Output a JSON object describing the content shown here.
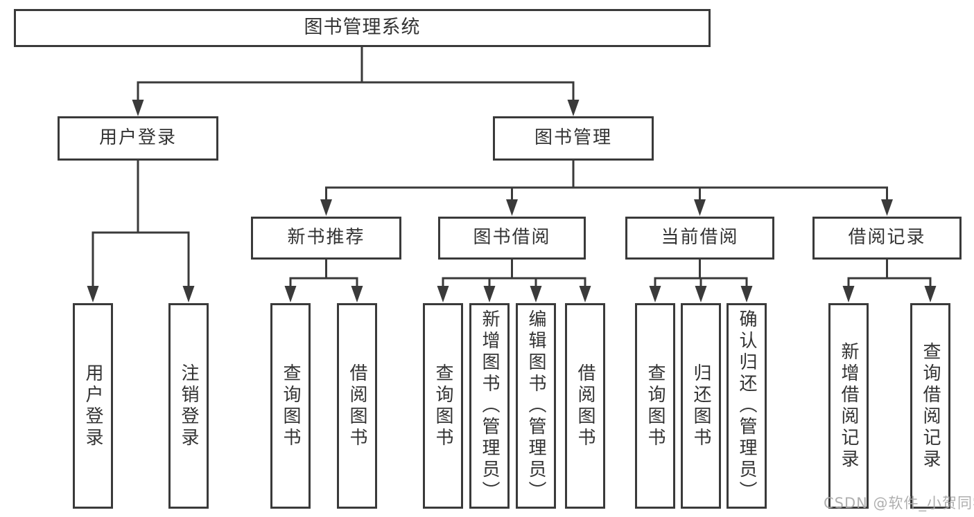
{
  "colors": {
    "line": "#3a3a3a",
    "border": "#3a3a3a",
    "text": "#333333",
    "background": "#ffffff",
    "watermark": "#a8a8a8"
  },
  "watermark": "CSDN @软件_小贺同学",
  "nodes": {
    "root": {
      "label": "图书管理系统"
    },
    "level2": [
      {
        "label": "用户登录"
      },
      {
        "label": "图书管理",
        "parent": "图书管理系统"
      }
    ],
    "level3": [
      {
        "label": "新书推荐",
        "parent": "图书管理"
      },
      {
        "label": "图书借阅",
        "parent": "图书管理"
      },
      {
        "label": "当前借阅",
        "parent": "图书管理"
      },
      {
        "label": "借阅记录",
        "parent": "图书管理"
      }
    ],
    "leaves": [
      {
        "label": "用户登录",
        "parent": "用户登录"
      },
      {
        "label": "注销登录",
        "parent": "用户登录"
      },
      {
        "label": "查询图书",
        "parent": "新书推荐"
      },
      {
        "label": "借阅图书",
        "parent": "新书推荐"
      },
      {
        "label": "查询图书",
        "parent": "图书借阅"
      },
      {
        "label": "新增图书（管理员）",
        "parent": "图书借阅"
      },
      {
        "label": "编辑图书（管理员）",
        "parent": "图书借阅"
      },
      {
        "label": "借阅图书",
        "parent": "图书借阅"
      },
      {
        "label": "查询图书",
        "parent": "当前借阅"
      },
      {
        "label": "归还图书",
        "parent": "当前借阅"
      },
      {
        "label": "确认归还（管理员）",
        "parent": "当前借阅"
      },
      {
        "label": "新增借阅记录",
        "parent": "借阅记录"
      },
      {
        "label": "查询借阅记录",
        "parent": "借阅记录"
      }
    ]
  }
}
